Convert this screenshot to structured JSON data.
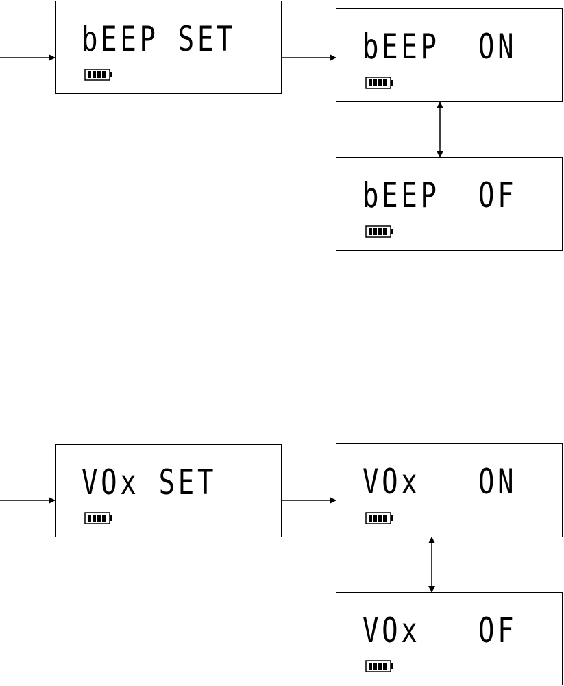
{
  "displays": {
    "beep_set": "bEEP SET",
    "beep_on": "bEEP  ON",
    "beep_off": "bEEP  OF",
    "vox_set": "VOx SET",
    "vox_on": "VOx   ON",
    "vox_off": "VOx   OF"
  },
  "battery_icon": "battery-full-icon",
  "colors": {
    "line": "#000000",
    "background": "#ffffff"
  }
}
